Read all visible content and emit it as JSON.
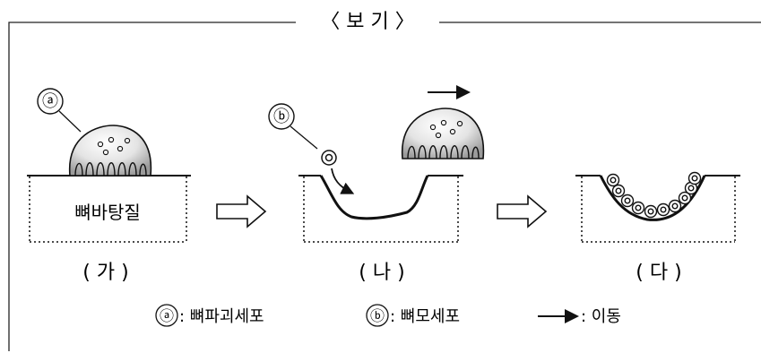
{
  "box_title": "〈 보 기 〉",
  "panels": [
    {
      "caption": "( 가 )",
      "matrix_label": "뼈바탕질",
      "marker": "ⓐ"
    },
    {
      "caption": "( 나 )",
      "marker": "ⓑ"
    },
    {
      "caption": "( 다 )"
    }
  ],
  "legend": {
    "osteoclast_marker": "ⓐ",
    "osteoclast_text": ": 뼈파괴세포",
    "osteoblast_marker": "ⓑ",
    "osteoblast_text": ": 뼈모세포",
    "arrow_text": ": 이동"
  }
}
